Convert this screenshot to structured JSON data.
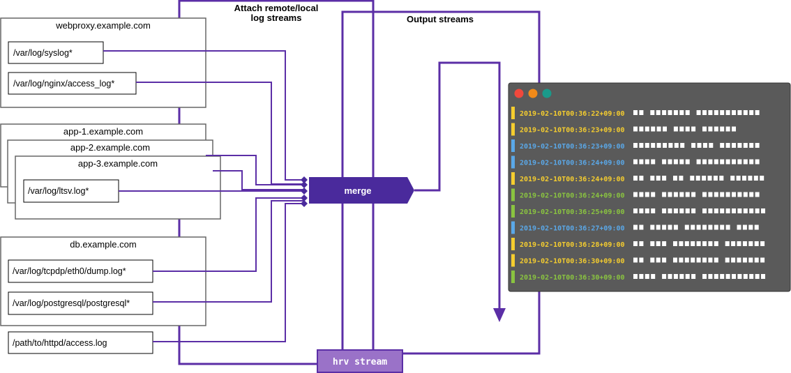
{
  "panels": {
    "attach_title_line1": "Attach remote/local",
    "attach_title_line2": "log streams",
    "output_title": "Output streams"
  },
  "hosts": {
    "webproxy": {
      "name": "webproxy.example.com",
      "files": [
        "/var/log/syslog*",
        "/var/log/nginx/access_log*"
      ]
    },
    "app1": {
      "name": "app-1.example.com"
    },
    "app2": {
      "name": "app-2.example.com"
    },
    "app3": {
      "name": "app-3.example.com",
      "files": [
        "/var/log/ltsv.log*"
      ]
    },
    "db": {
      "name": "db.example.com",
      "files": [
        "/var/log/tcpdp/eth0/dump.log*",
        "/var/log/postgresql/postgresql*"
      ]
    }
  },
  "local_file": "/path/to/httpd/access.log",
  "merge_label": "merge",
  "stream_label": "hrv stream",
  "colors": {
    "purple": "#5b2ea6",
    "purple_dark": "#4a2a9c",
    "stream_fill": "#9a72c8",
    "terminal_bg": "#5a5a5a",
    "yellow": "#f5cd2f",
    "blue": "#5aa8e8",
    "green": "#8ac440",
    "dot_red": "#f0483c",
    "dot_orange": "#f28a19",
    "dot_teal": "#1a9a8a"
  },
  "terminal": {
    "controls": [
      "close-dot",
      "minimize-dot",
      "maximize-dot"
    ],
    "lines": [
      {
        "ts": "2019-02-10T00:36:22+09:00",
        "color": "yellow",
        "blocks": [
          2,
          7,
          11
        ]
      },
      {
        "ts": "2019-02-10T00:36:23+09:00",
        "color": "yellow",
        "blocks": [
          6,
          4,
          6
        ]
      },
      {
        "ts": "2019-02-10T00:36:23+09:00",
        "color": "blue",
        "blocks": [
          9,
          4,
          7
        ]
      },
      {
        "ts": "2019-02-10T00:36:24+09:00",
        "color": "blue",
        "blocks": [
          4,
          5,
          11
        ]
      },
      {
        "ts": "2019-02-10T00:36:24+09:00",
        "color": "yellow",
        "blocks": [
          2,
          3,
          2,
          6,
          6
        ]
      },
      {
        "ts": "2019-02-10T00:36:24+09:00",
        "color": "green",
        "blocks": [
          4,
          6,
          10
        ]
      },
      {
        "ts": "2019-02-10T00:36:25+09:00",
        "color": "green",
        "blocks": [
          4,
          6,
          11
        ]
      },
      {
        "ts": "2019-02-10T00:36:27+09:00",
        "color": "blue",
        "blocks": [
          2,
          5,
          8,
          4
        ]
      },
      {
        "ts": "2019-02-10T00:36:28+09:00",
        "color": "yellow",
        "blocks": [
          2,
          3,
          8,
          7
        ]
      },
      {
        "ts": "2019-02-10T00:36:30+09:00",
        "color": "yellow",
        "blocks": [
          2,
          3,
          8,
          7
        ]
      },
      {
        "ts": "2019-02-10T00:36:30+09:00",
        "color": "green",
        "blocks": [
          4,
          6,
          11
        ]
      }
    ]
  }
}
